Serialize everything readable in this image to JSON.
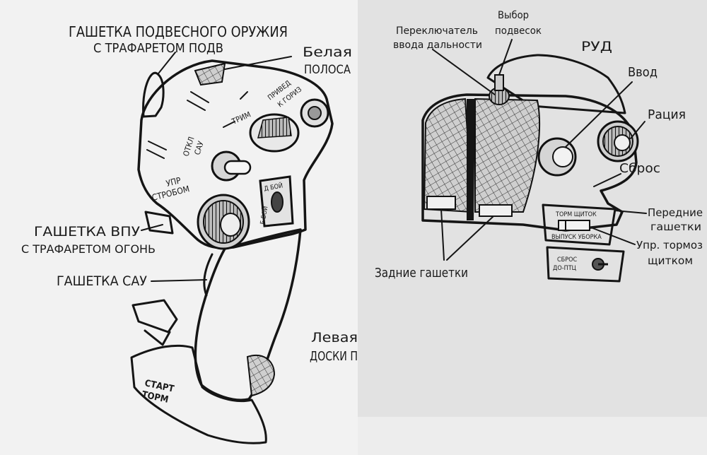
{
  "left_panel": {
    "labels": {
      "suspended_weapons_trigger_l1": "ГАШЕТКА ПОДВЕСНОГО ОРУЖИЯ",
      "suspended_weapons_trigger_l2": "С ТРАФАРЕТОМ ПОДВ",
      "white_stripe_l1": "Белая",
      "white_stripe_l2": "ПОЛОСА",
      "vpu_trigger_l1": "ГАШЕТКА ВПУ",
      "vpu_trigger_l2": "С ТРАФАРЕТОМ ОГОНЬ",
      "sau_trigger": "ГАШЕТКА САУ",
      "left_console_l1": "Левая",
      "left_console_l2": "ДОСКИ П"
    },
    "stencils": {
      "trim": "ТРИМ",
      "level_l1": "ПРИВЕД",
      "level_l2": "К ГОРИЗ",
      "sau_off_l1": "ОТКЛ",
      "sau_off_l2": "САУ",
      "strobe_l1": "УПР",
      "strobe_l2": "СТРОБОМ",
      "combat_d": "Д БОЙ",
      "combat_b": "Б БОЙ",
      "start_l1": "СТАРТ",
      "start_l2": "ТОРМ"
    }
  },
  "right_panel": {
    "labels": {
      "range_switch_l1": "Переключатель",
      "range_switch_l2": "ввода дальности",
      "pylon_select_l1": "Выбор",
      "pylon_select_l2": "подвесок",
      "throttle": "РУД",
      "enter": "Ввод",
      "radio": "Рация",
      "reset": "Сброс",
      "front_triggers_l1": "Передние",
      "front_triggers_l2": "гашетки",
      "flap_brake_l1": "Упр. тормоз",
      "flap_brake_l2": "щитком",
      "rear_triggers": "Задние гашетки"
    },
    "stencils": {
      "brake_flap": "ТОРМ ЩИТОК",
      "extend_retract": "ВЫПУСК  УБОРКА",
      "reset_ptc_l1": "СБРОС",
      "reset_ptc_l2": "ДО-ПТЦ"
    }
  },
  "colors": {
    "paper_left": "#f2f2f2",
    "paper_right": "#e2e2e2",
    "ink": "#151515"
  }
}
